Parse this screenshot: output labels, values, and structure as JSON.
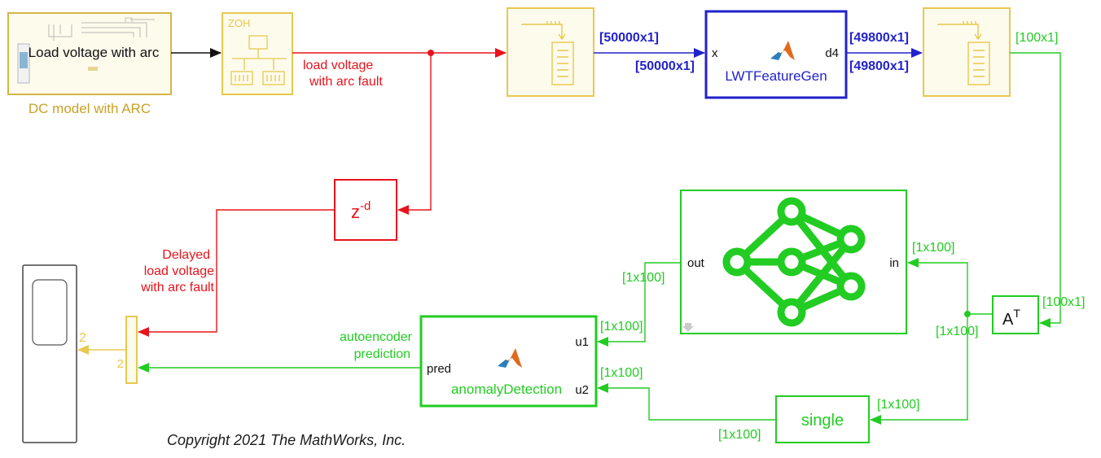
{
  "colors": {
    "subsystem_gold": "#d4b648",
    "subsystem_fill": "#fdfbec",
    "red_signal": "#e8131c",
    "blue_signal": "#2222cc",
    "green_signal": "#22cc22",
    "gold_signal": "#e8c84e",
    "text_dark": "#111111"
  },
  "blocks": {
    "dc_model": {
      "inner_label": "Load voltage with arc",
      "caption": "DC model with ARC"
    },
    "zoh": {
      "label": "ZOH"
    },
    "lwt": {
      "port_in": "x",
      "port_out": "d4",
      "name": "LWTFeatureGen",
      "icon": "matlab-function-icon"
    },
    "delay": {
      "base": "z",
      "exponent": "-d"
    },
    "autoencoder": {
      "port_in": "in",
      "port_out": "out",
      "icon": "neural-network-icon"
    },
    "transpose": {
      "base": "A",
      "exponent": "T"
    },
    "anomaly": {
      "port_in1": "u1",
      "port_in2": "u2",
      "port_out": "pred",
      "name": "anomalyDetection",
      "icon": "matlab-function-icon"
    },
    "single": {
      "label": "single"
    },
    "mux": {
      "input_dim": "2",
      "output_dim": "2"
    }
  },
  "signals": {
    "load_voltage_label_line1": "load voltage",
    "load_voltage_label_line2": "with arc fault",
    "delayed_label_line1": "Delayed",
    "delayed_label_line2": "load voltage",
    "delayed_label_line3": "with arc fault",
    "autoencoder_pred_line1": "autoencoder",
    "autoencoder_pred_line2": "prediction",
    "dim_buffer1_out": "[50000x1]",
    "dim_lwt_in": "[50000x1]",
    "dim_lwt_out": "[49800x1]",
    "dim_buffer2_in": "[49800x1]",
    "dim_buffer2_out": "[100x1]",
    "dim_transpose_in": "[100x1]",
    "dim_transpose_out": "[1x100]",
    "dim_nn_in": "[1x100]",
    "dim_nn_out": "[1x100]",
    "dim_u1": "[1x100]",
    "dim_u2": "[1x100]",
    "dim_single_in": "[1x100]",
    "dim_single_out": "[1x100]"
  },
  "copyright": "Copyright 2021 The MathWorks, Inc."
}
